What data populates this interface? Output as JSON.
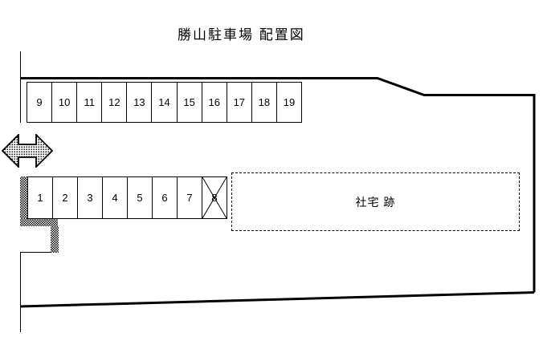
{
  "title": "勝山駐車場 配置図",
  "upper_row": {
    "spaces": [
      "9",
      "10",
      "11",
      "12",
      "13",
      "14",
      "15",
      "16",
      "17",
      "18",
      "19"
    ]
  },
  "lower_row": {
    "spaces": [
      "1",
      "2",
      "3",
      "4",
      "5",
      "6",
      "7",
      "8"
    ],
    "crossed_space": "8"
  },
  "site": {
    "label": "社宅 跡"
  },
  "colors": {
    "line": "#000000",
    "background": "#ffffff"
  }
}
